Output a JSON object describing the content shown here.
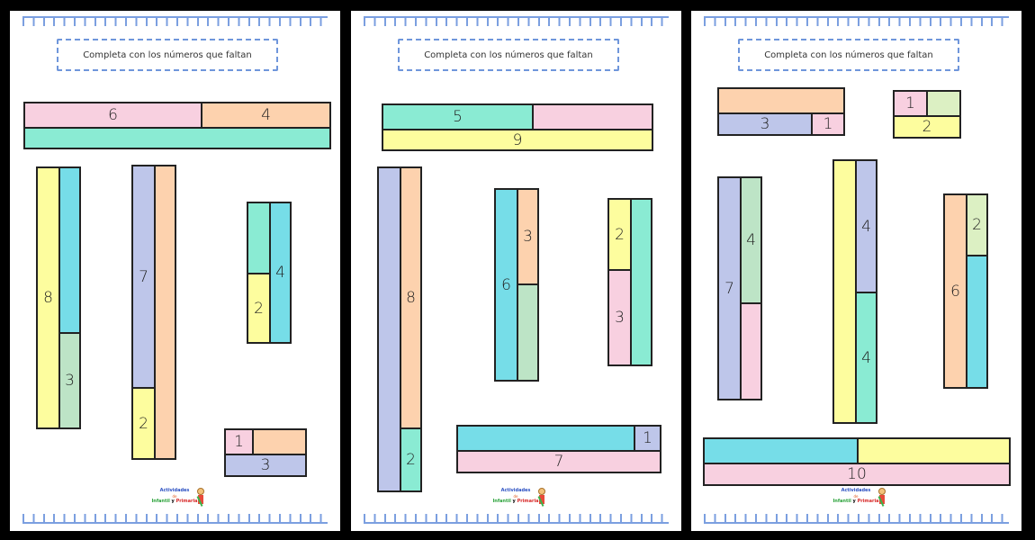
{
  "instruction": "Completa con los números que faltan",
  "colors": {
    "pink": "#f8d0e0",
    "orange": "#fdd2ae",
    "mint": "#8aebd3",
    "yellow": "#fdfd9e",
    "cyan": "#76dde8",
    "lavender": "#bec6ea",
    "sage": "#bde4c6",
    "lightgreen": "#dcf0c3",
    "border": "#222222",
    "ruler": "#7b9fe0"
  },
  "logo": {
    "line1": "Actividades",
    "line2": "de",
    "line3a": "Infantil",
    "line3b": "y",
    "line3c": "Primaria"
  },
  "pages": [
    {
      "title": "Completa con los números que faltan",
      "bars": [
        {
          "id": "p1-h1",
          "orientation": "horizontal",
          "top": {
            "parts": [
              {
                "value": "6",
                "color": "pink"
              },
              {
                "value": "4",
                "color": "orange"
              }
            ]
          },
          "total": {
            "value": "",
            "color": "mint"
          }
        },
        {
          "id": "p1-v1",
          "orientation": "vertical",
          "total": {
            "value": "8",
            "color": "yellow"
          },
          "parts": [
            {
              "value": "",
              "color": "cyan"
            },
            {
              "value": "3",
              "color": "sage"
            }
          ]
        },
        {
          "id": "p1-v2",
          "orientation": "vertical",
          "parts_left": [
            {
              "value": "7",
              "color": "lavender"
            },
            {
              "value": "2",
              "color": "yellow"
            }
          ],
          "total": {
            "value": "",
            "color": "orange"
          }
        },
        {
          "id": "p1-v3",
          "orientation": "vertical",
          "parts_left": [
            {
              "value": "",
              "color": "mint"
            },
            {
              "value": "2",
              "color": "yellow"
            }
          ],
          "total": {
            "value": "4",
            "color": "cyan"
          }
        },
        {
          "id": "p1-h2",
          "orientation": "horizontal",
          "top": {
            "parts": [
              {
                "value": "1",
                "color": "pink"
              },
              {
                "value": "",
                "color": "orange"
              }
            ]
          },
          "total": {
            "value": "3",
            "color": "lavender"
          }
        }
      ]
    },
    {
      "title": "Completa con los números que faltan",
      "bars": [
        {
          "id": "p2-h1",
          "orientation": "horizontal",
          "top": {
            "parts": [
              {
                "value": "5",
                "color": "mint"
              },
              {
                "value": "",
                "color": "pink"
              }
            ]
          },
          "total": {
            "value": "9",
            "color": "yellow"
          }
        },
        {
          "id": "p2-v1",
          "orientation": "vertical",
          "total": {
            "value": "",
            "color": "lavender"
          },
          "parts": [
            {
              "value": "8",
              "color": "orange"
            },
            {
              "value": "2",
              "color": "mint"
            }
          ]
        },
        {
          "id": "p2-v2",
          "orientation": "vertical",
          "total": {
            "value": "6",
            "color": "cyan"
          },
          "parts": [
            {
              "value": "3",
              "color": "orange"
            },
            {
              "value": "",
              "color": "sage"
            }
          ]
        },
        {
          "id": "p2-v3",
          "orientation": "vertical",
          "parts_left": [
            {
              "value": "2",
              "color": "yellow"
            },
            {
              "value": "3",
              "color": "pink"
            }
          ],
          "total": {
            "value": "",
            "color": "mint"
          }
        },
        {
          "id": "p2-h2",
          "orientation": "horizontal",
          "top": {
            "parts": [
              {
                "value": "",
                "color": "cyan"
              },
              {
                "value": "1",
                "color": "lavender"
              }
            ]
          },
          "total": {
            "value": "7",
            "color": "pink"
          }
        }
      ]
    },
    {
      "title": "Completa con los números que faltan",
      "bars": [
        {
          "id": "p3-h1",
          "orientation": "horizontal",
          "total_top": {
            "value": "",
            "color": "orange"
          },
          "parts_bottom": [
            {
              "value": "3",
              "color": "lavender"
            },
            {
              "value": "1",
              "color": "pink"
            }
          ]
        },
        {
          "id": "p3-h2",
          "orientation": "horizontal",
          "top": {
            "parts": [
              {
                "value": "1",
                "color": "pink"
              },
              {
                "value": "",
                "color": "lightgreen"
              }
            ]
          },
          "total": {
            "value": "2",
            "color": "yellow"
          }
        },
        {
          "id": "p3-v1",
          "orientation": "vertical",
          "total": {
            "value": "7",
            "color": "lavender"
          },
          "parts": [
            {
              "value": "4",
              "color": "sage"
            },
            {
              "value": "",
              "color": "pink"
            }
          ]
        },
        {
          "id": "p3-v2",
          "orientation": "vertical",
          "total": {
            "value": "",
            "color": "yellow"
          },
          "parts": [
            {
              "value": "4",
              "color": "lavender"
            },
            {
              "value": "4",
              "color": "mint"
            }
          ]
        },
        {
          "id": "p3-v3",
          "orientation": "vertical",
          "total": {
            "value": "6",
            "color": "orange"
          },
          "parts": [
            {
              "value": "2",
              "color": "lightgreen"
            },
            {
              "value": "",
              "color": "cyan"
            }
          ]
        },
        {
          "id": "p3-h3",
          "orientation": "horizontal",
          "top": {
            "parts": [
              {
                "value": "",
                "color": "cyan"
              },
              {
                "value": "",
                "color": "yellow"
              }
            ]
          },
          "total": {
            "value": "10",
            "color": "pink"
          }
        }
      ]
    }
  ]
}
